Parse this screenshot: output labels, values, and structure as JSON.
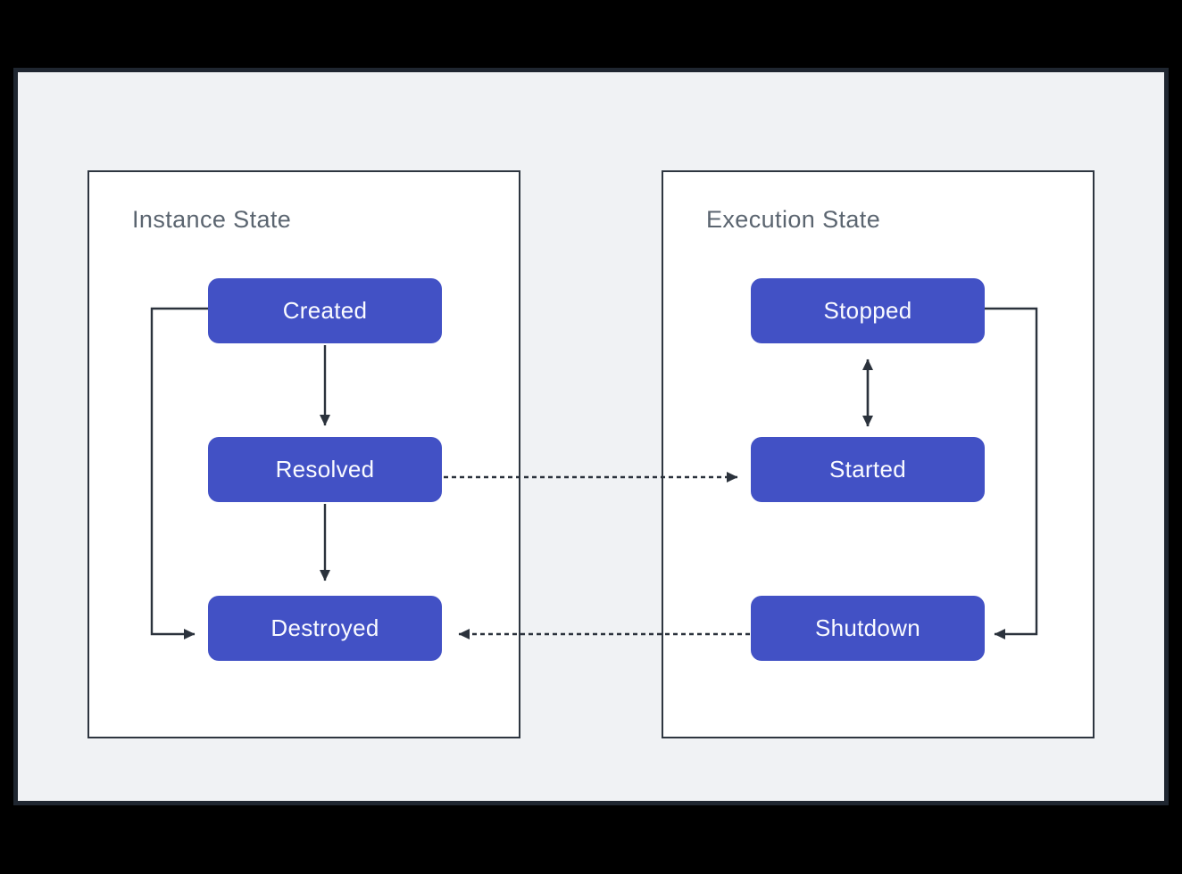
{
  "diagram": {
    "panels": [
      {
        "id": "instance-state",
        "title": "Instance State",
        "nodes": [
          {
            "id": "created",
            "label": "Created"
          },
          {
            "id": "resolved",
            "label": "Resolved"
          },
          {
            "id": "destroyed",
            "label": "Destroyed"
          }
        ]
      },
      {
        "id": "execution-state",
        "title": "Execution State",
        "nodes": [
          {
            "id": "stopped",
            "label": "Stopped"
          },
          {
            "id": "started",
            "label": "Started"
          },
          {
            "id": "shutdown",
            "label": "Shutdown"
          }
        ]
      }
    ],
    "edges": [
      {
        "from": "created",
        "to": "resolved",
        "style": "solid",
        "direction": "down"
      },
      {
        "from": "resolved",
        "to": "destroyed",
        "style": "solid",
        "direction": "down"
      },
      {
        "from": "created",
        "to": "destroyed",
        "style": "solid-elbow",
        "direction": "left-side-loop"
      },
      {
        "from": "stopped",
        "to": "started",
        "style": "solid-double",
        "direction": "bidirectional"
      },
      {
        "from": "stopped",
        "to": "shutdown",
        "style": "solid-elbow",
        "direction": "right-side-loop"
      },
      {
        "from": "resolved",
        "to": "started",
        "style": "dotted",
        "direction": "right"
      },
      {
        "from": "shutdown",
        "to": "destroyed",
        "style": "dotted",
        "direction": "left"
      }
    ],
    "colors": {
      "page_background": "#000000",
      "canvas_background": "#f0f2f4",
      "canvas_border": "#1f2630",
      "panel_background": "#ffffff",
      "panel_border": "#2e3640",
      "panel_title_text": "#5b6570",
      "node_fill": "#4251c5",
      "node_text": "#fafbff",
      "edge_line": "#2b323c"
    }
  }
}
